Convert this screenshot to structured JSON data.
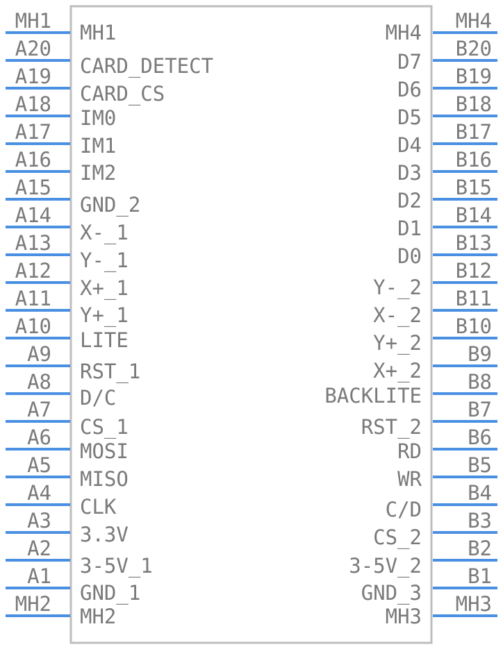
{
  "component": {
    "left_pins": [
      {
        "num": "MH1",
        "label": "MH1"
      },
      {
        "num": "A20",
        "label": "CARD_DETECT"
      },
      {
        "num": "A19",
        "label": "CARD_CS"
      },
      {
        "num": "A18",
        "label": "IM0"
      },
      {
        "num": "A17",
        "label": "IM1"
      },
      {
        "num": "A16",
        "label": "IM2"
      },
      {
        "num": "A15",
        "label": "GND_2"
      },
      {
        "num": "A14",
        "label": "X-_1"
      },
      {
        "num": "A13",
        "label": "Y-_1"
      },
      {
        "num": "A12",
        "label": "X+_1"
      },
      {
        "num": "A11",
        "label": "Y+_1"
      },
      {
        "num": "A10",
        "label": "LITE"
      },
      {
        "num": "A9",
        "label": "RST_1"
      },
      {
        "num": "A8",
        "label": "D/C"
      },
      {
        "num": "A7",
        "label": "CS_1"
      },
      {
        "num": "A6",
        "label": "MOSI"
      },
      {
        "num": "A5",
        "label": "MISO"
      },
      {
        "num": "A4",
        "label": "CLK"
      },
      {
        "num": "A3",
        "label": "3.3V"
      },
      {
        "num": "A2",
        "label": "3-5V_1"
      },
      {
        "num": "A1",
        "label": "GND_1"
      },
      {
        "num": "MH2",
        "label": "MH2"
      }
    ],
    "right_pins": [
      {
        "num": "MH4",
        "label": "MH4"
      },
      {
        "num": "B20",
        "label": "D7"
      },
      {
        "num": "B19",
        "label": "D6"
      },
      {
        "num": "B18",
        "label": "D5"
      },
      {
        "num": "B17",
        "label": "D4"
      },
      {
        "num": "B16",
        "label": "D3"
      },
      {
        "num": "B15",
        "label": "D2"
      },
      {
        "num": "B14",
        "label": "D1"
      },
      {
        "num": "B13",
        "label": "D0"
      },
      {
        "num": "B12",
        "label": "Y-_2"
      },
      {
        "num": "B11",
        "label": "X-_2"
      },
      {
        "num": "B10",
        "label": "Y+_2"
      },
      {
        "num": "B9",
        "label": "X+_2"
      },
      {
        "num": "B8",
        "label": "BACKLITE"
      },
      {
        "num": "B7",
        "label": "RST_2"
      },
      {
        "num": "B6",
        "label": "RD"
      },
      {
        "num": "B5",
        "label": "WR"
      },
      {
        "num": "B4",
        "label": "C/D"
      },
      {
        "num": "B3",
        "label": "CS_2"
      },
      {
        "num": "B2",
        "label": "3-5V_2"
      },
      {
        "num": "B1",
        "label": "GND_3"
      },
      {
        "num": "MH3",
        "label": "MH3"
      }
    ],
    "colors": {
      "pin": "#4a90e2",
      "body": "#bdbdbd",
      "text": "#7a7a7a"
    }
  }
}
